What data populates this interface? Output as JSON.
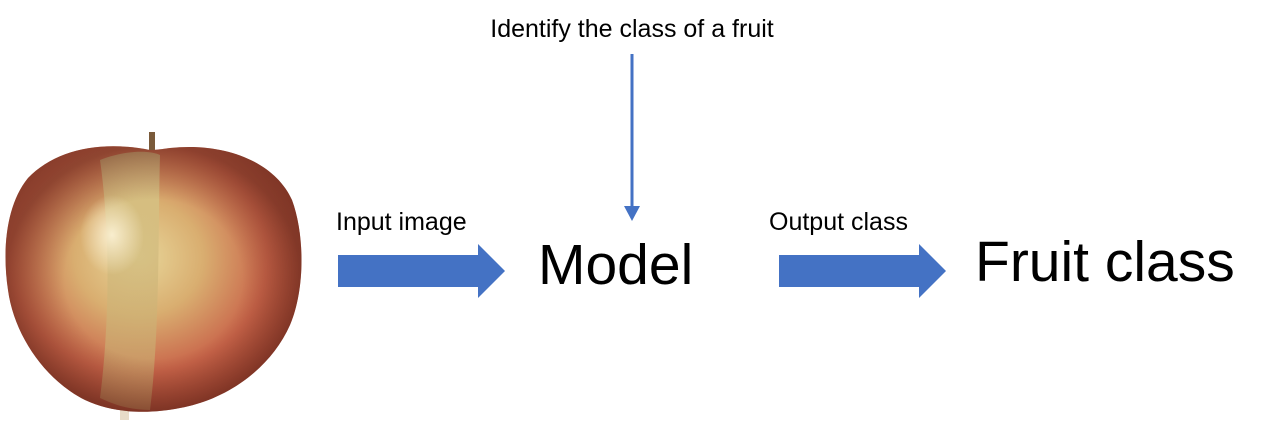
{
  "diagram": {
    "task_text": "Identify the class of a fruit",
    "input_arrow_text": "Input image",
    "model_text": "Model",
    "output_arrow_text": "Output class",
    "result_text": "Fruit class"
  },
  "colors": {
    "arrow_fill": "#4472C4",
    "text": "#000000",
    "apple_red": "#C8503C",
    "apple_yellow": "#D9C27A",
    "background": "#FFFFFF"
  },
  "icons": {
    "input": "apple-image"
  }
}
